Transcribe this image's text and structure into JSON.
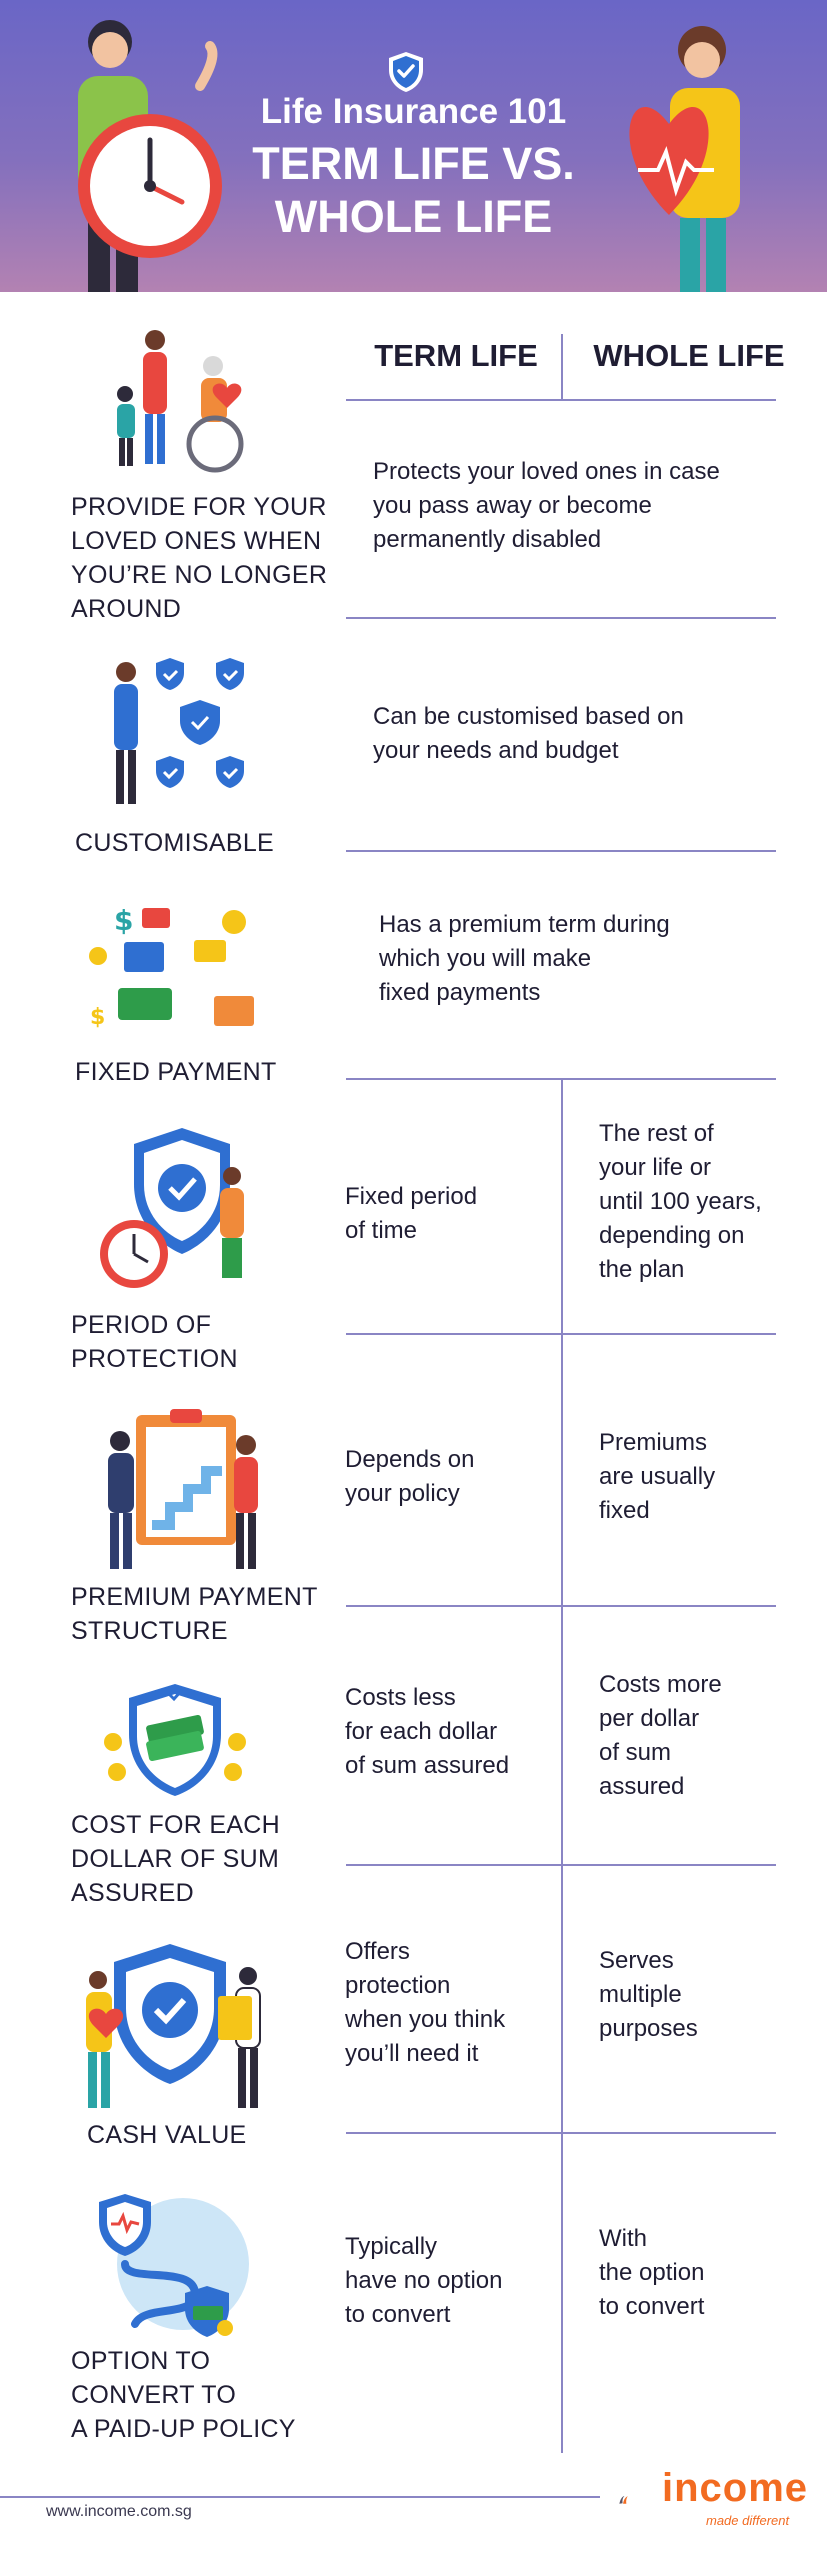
{
  "header": {
    "subtitle": "Life Insurance 101",
    "title_line1": "TERM LIFE VS.",
    "title_line2": "WHOLE LIFE"
  },
  "columns": {
    "term": "TERM LIFE",
    "whole": "WHOLE LIFE"
  },
  "rows": [
    {
      "label": [
        "PROVIDE FOR YOUR",
        "LOVED ONES WHEN",
        "YOU’RE NO LONGER",
        "AROUND"
      ],
      "shared": [
        "Protects your loved ones in case",
        "you pass away or become",
        "permanently disabled"
      ]
    },
    {
      "label": [
        "CUSTOMISABLE"
      ],
      "shared": [
        "Can be customised based on",
        "your needs and budget"
      ]
    },
    {
      "label": [
        "FIXED PAYMENT"
      ],
      "shared": [
        "Has a premium term during",
        "which you will make",
        "fixed payments"
      ]
    },
    {
      "label": [
        "PERIOD OF",
        "PROTECTION"
      ],
      "term": [
        "Fixed period",
        "of time"
      ],
      "whole": [
        "The rest of",
        "your life or",
        "until 100 years,",
        "depending on",
        "the plan"
      ]
    },
    {
      "label": [
        "PREMIUM PAYMENT",
        "STRUCTURE"
      ],
      "term": [
        "Depends on",
        "your policy"
      ],
      "whole": [
        "Premiums",
        "are usually",
        "fixed"
      ]
    },
    {
      "label": [
        "COST FOR EACH",
        "DOLLAR OF SUM",
        "ASSURED"
      ],
      "term": [
        "Costs less",
        "for each dollar",
        "of sum assured"
      ],
      "whole": [
        "Costs more",
        "per dollar",
        "of sum",
        "assured"
      ]
    },
    {
      "label": [
        "CASH VALUE"
      ],
      "term": [
        "Offers",
        "protection",
        "when you think",
        "you’ll need it"
      ],
      "whole": [
        "Serves",
        "multiple",
        "purposes"
      ]
    },
    {
      "label": [
        "OPTION TO",
        "CONVERT TO",
        "A PAID-UP POLICY"
      ],
      "term": [
        "Typically",
        "have no option",
        "to convert"
      ],
      "whole": [
        "With",
        "the option",
        "to convert"
      ]
    }
  ],
  "footer": {
    "url": "www.income.com.sg",
    "brand": "income",
    "tagline": "made different"
  },
  "colors": {
    "header_top": "#6a66c6",
    "header_bottom": "#b382b2",
    "rule": "#8a85c4",
    "brand": "#f26b21",
    "accent_blue": "#2f6fd1",
    "accent_red": "#e8473f"
  },
  "icons": [
    "shield-check-icon",
    "clock-icon",
    "heart-icon",
    "family-icon",
    "shields-icon",
    "payment-icon",
    "protection-shield-icon",
    "clipboard-icon",
    "cash-shield-icon",
    "cash-value-icon",
    "convert-icon"
  ]
}
